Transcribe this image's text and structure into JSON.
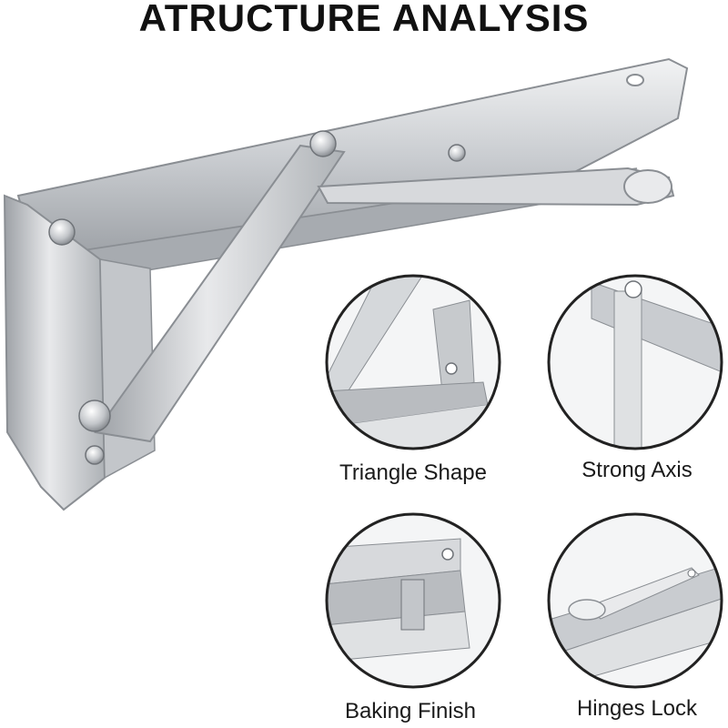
{
  "header": {
    "title": "ATRUCTURE ANALYSIS"
  },
  "details": [
    {
      "label": "Triangle Shape",
      "icon": "triangle-bracket-closeup"
    },
    {
      "label": "Strong Axis",
      "icon": "axis-closeup"
    },
    {
      "label": "Baking Finish",
      "icon": "finish-closeup"
    },
    {
      "label": "Hinges Lock",
      "icon": "lock-closeup"
    }
  ],
  "colors": {
    "steel_light": "#e6e7e9",
    "steel_mid": "#b9bcc0",
    "steel_dark": "#8a8e93",
    "ring": "#222222"
  }
}
